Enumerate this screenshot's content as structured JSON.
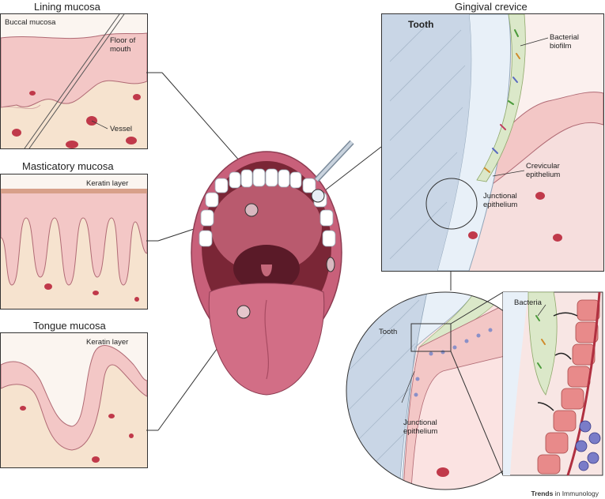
{
  "panels": {
    "lining": {
      "title": "Lining mucosa",
      "buccal_label": "Buccal mucosa",
      "floor_label": "Floor of\nmouth",
      "vessel_label": "Vessel"
    },
    "masticatory": {
      "title": "Masticatory mucosa",
      "keratin_label": "Keratin layer"
    },
    "tongue": {
      "title": "Tongue mucosa",
      "keratin_label": "Keratin layer"
    },
    "crevice": {
      "title": "Gingival crevice",
      "tooth_label": "Tooth",
      "biofilm_label": "Bacterial\nbiofilm",
      "crevicular_label": "Crevicular\nepithelium",
      "junctional_label": "Junctional\nepithelium"
    },
    "zoom": {
      "tooth_label": "Tooth",
      "junctional_label": "Junctional\nepithelium",
      "bacteria_label": "Bacteria"
    }
  },
  "footer": {
    "brand_bold": "Trends",
    "brand_rest": " in Immunology"
  },
  "colors": {
    "epithelium": "#f3c7c6",
    "epithelium_stroke": "#b06a74",
    "lamina": "#f6e3cf",
    "vessel": "#c0394a",
    "tooth": "#c9d6e6",
    "enamel": "#e8f0f8",
    "mouth": "#c8607a",
    "tongue": "#d26e86"
  }
}
